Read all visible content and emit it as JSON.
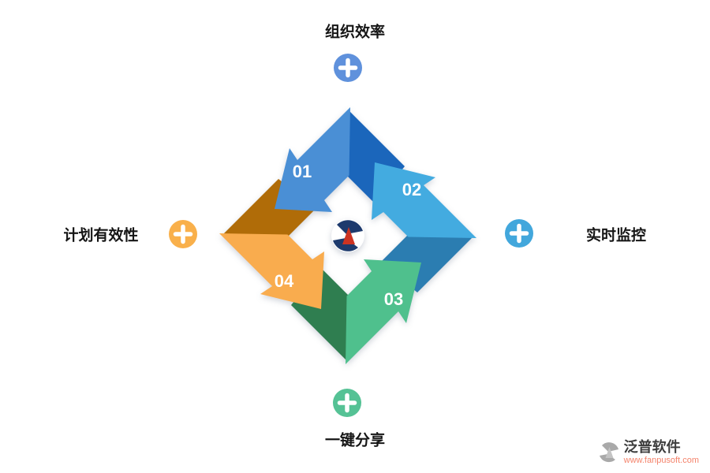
{
  "diagram": {
    "nodes": [
      {
        "position": "top",
        "label": "组织效率",
        "color": "#5f91dc"
      },
      {
        "position": "right",
        "label": "实时监控",
        "color": "#42a7dc"
      },
      {
        "position": "bottom",
        "label": "一键分享",
        "color": "#55c295"
      },
      {
        "position": "left",
        "label": "计划有效性",
        "color": "#f9b04b"
      }
    ],
    "arrows": [
      {
        "num": "01",
        "color": "#4a8fd5",
        "dark": "#1b66bb"
      },
      {
        "num": "02",
        "color": "#43abe0",
        "dark": "#2b7db1"
      },
      {
        "num": "03",
        "color": "#4fc08d",
        "dark": "#2f7e50"
      },
      {
        "num": "04",
        "color": "#f9ac4e",
        "dark": "#b06c08"
      }
    ],
    "center_logo_colors": {
      "navy": "#1d3a6d",
      "red": "#cc3322"
    }
  },
  "footer": {
    "brand": "泛普软件",
    "url": "www.fanpusoft.com"
  }
}
